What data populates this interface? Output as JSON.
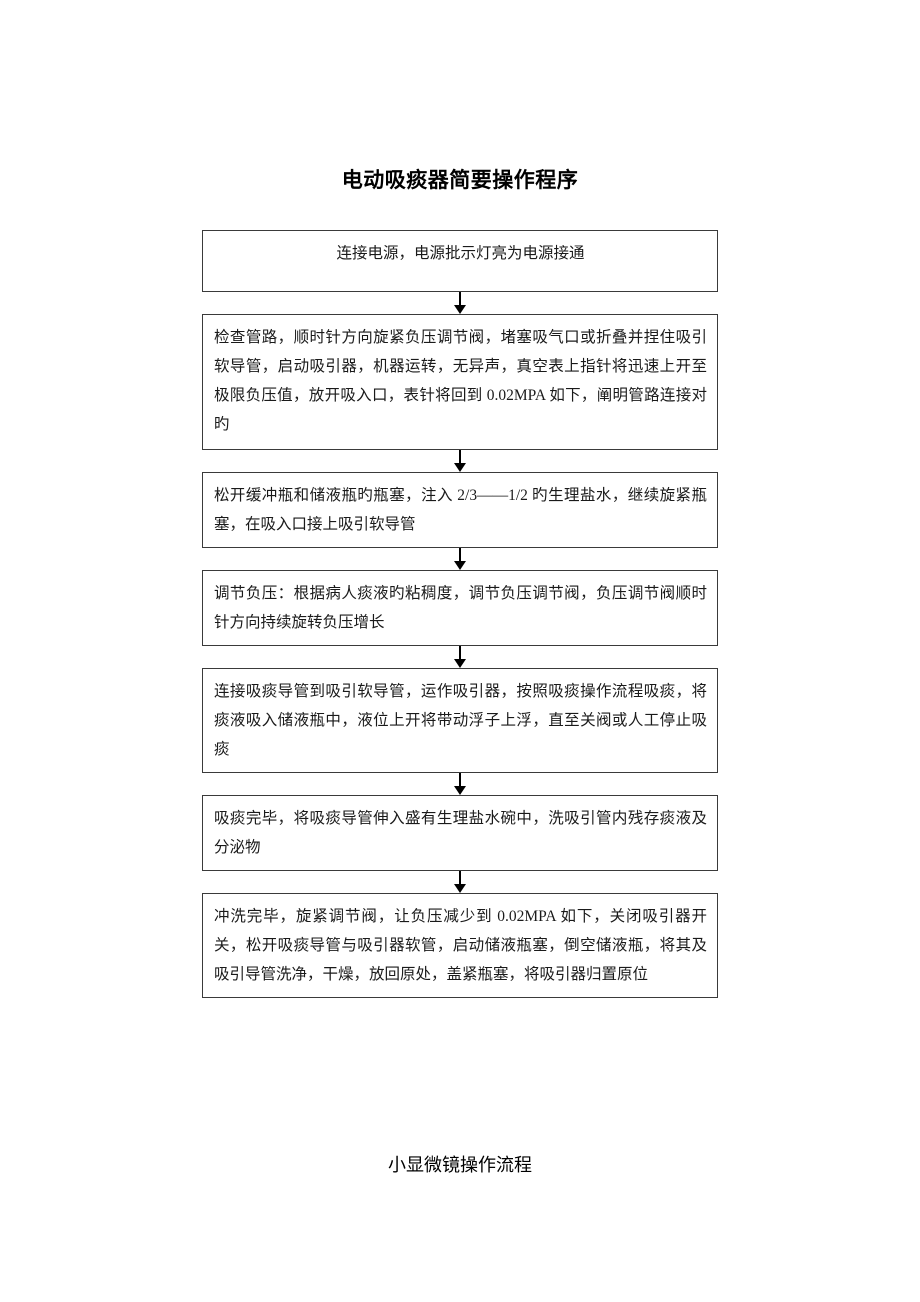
{
  "document": {
    "title": "电动吸痰器简要操作程序",
    "footer": "小显微镜操作流程",
    "background_color": "#ffffff",
    "text_color": "#1a1a1a",
    "border_color": "#3a3a3a"
  },
  "flowchart": {
    "type": "vertical-flow",
    "connector_glyph": "down-arrow",
    "steps": [
      {
        "index": 1,
        "align": "center",
        "text": "连接电源，电源批示灯亮为电源接通"
      },
      {
        "index": 2,
        "align": "justify",
        "text": "检查管路，顺时针方向旋紧负压调节阀，堵塞吸气口或折叠并捏住吸引软导管，启动吸引器，机器运转，无异声，真空表上指针将迅速上开至极限负压值，放开吸入口，表针将回到 0.02MPA 如下，阐明管路连接对旳"
      },
      {
        "index": 3,
        "align": "justify",
        "text": "松开缓冲瓶和储液瓶旳瓶塞，注入 2/3——1/2 旳生理盐水，继续旋紧瓶塞，在吸入口接上吸引软导管"
      },
      {
        "index": 4,
        "align": "justify",
        "text": "调节负压：根据病人痰液旳粘稠度，调节负压调节阀，负压调节阀顺时针方向持续旋转负压增长"
      },
      {
        "index": 5,
        "align": "justify",
        "text": "连接吸痰导管到吸引软导管，运作吸引器，按照吸痰操作流程吸痰，将痰液吸入储液瓶中，液位上开将带动浮子上浮，直至关阀或人工停止吸痰"
      },
      {
        "index": 6,
        "align": "justify",
        "text": "吸痰完毕，将吸痰导管伸入盛有生理盐水碗中，洗吸引管内残存痰液及分泌物"
      },
      {
        "index": 7,
        "align": "justify",
        "text": "冲洗完毕，旋紧调节阀，让负压减少到 0.02MPA 如下，关闭吸引器开关，松开吸痰导管与吸引器软管，启动储液瓶塞，倒空储液瓶，将其及吸引导管洗净，干燥，放回原处，盖紧瓶塞，将吸引器归置原位"
      }
    ]
  }
}
